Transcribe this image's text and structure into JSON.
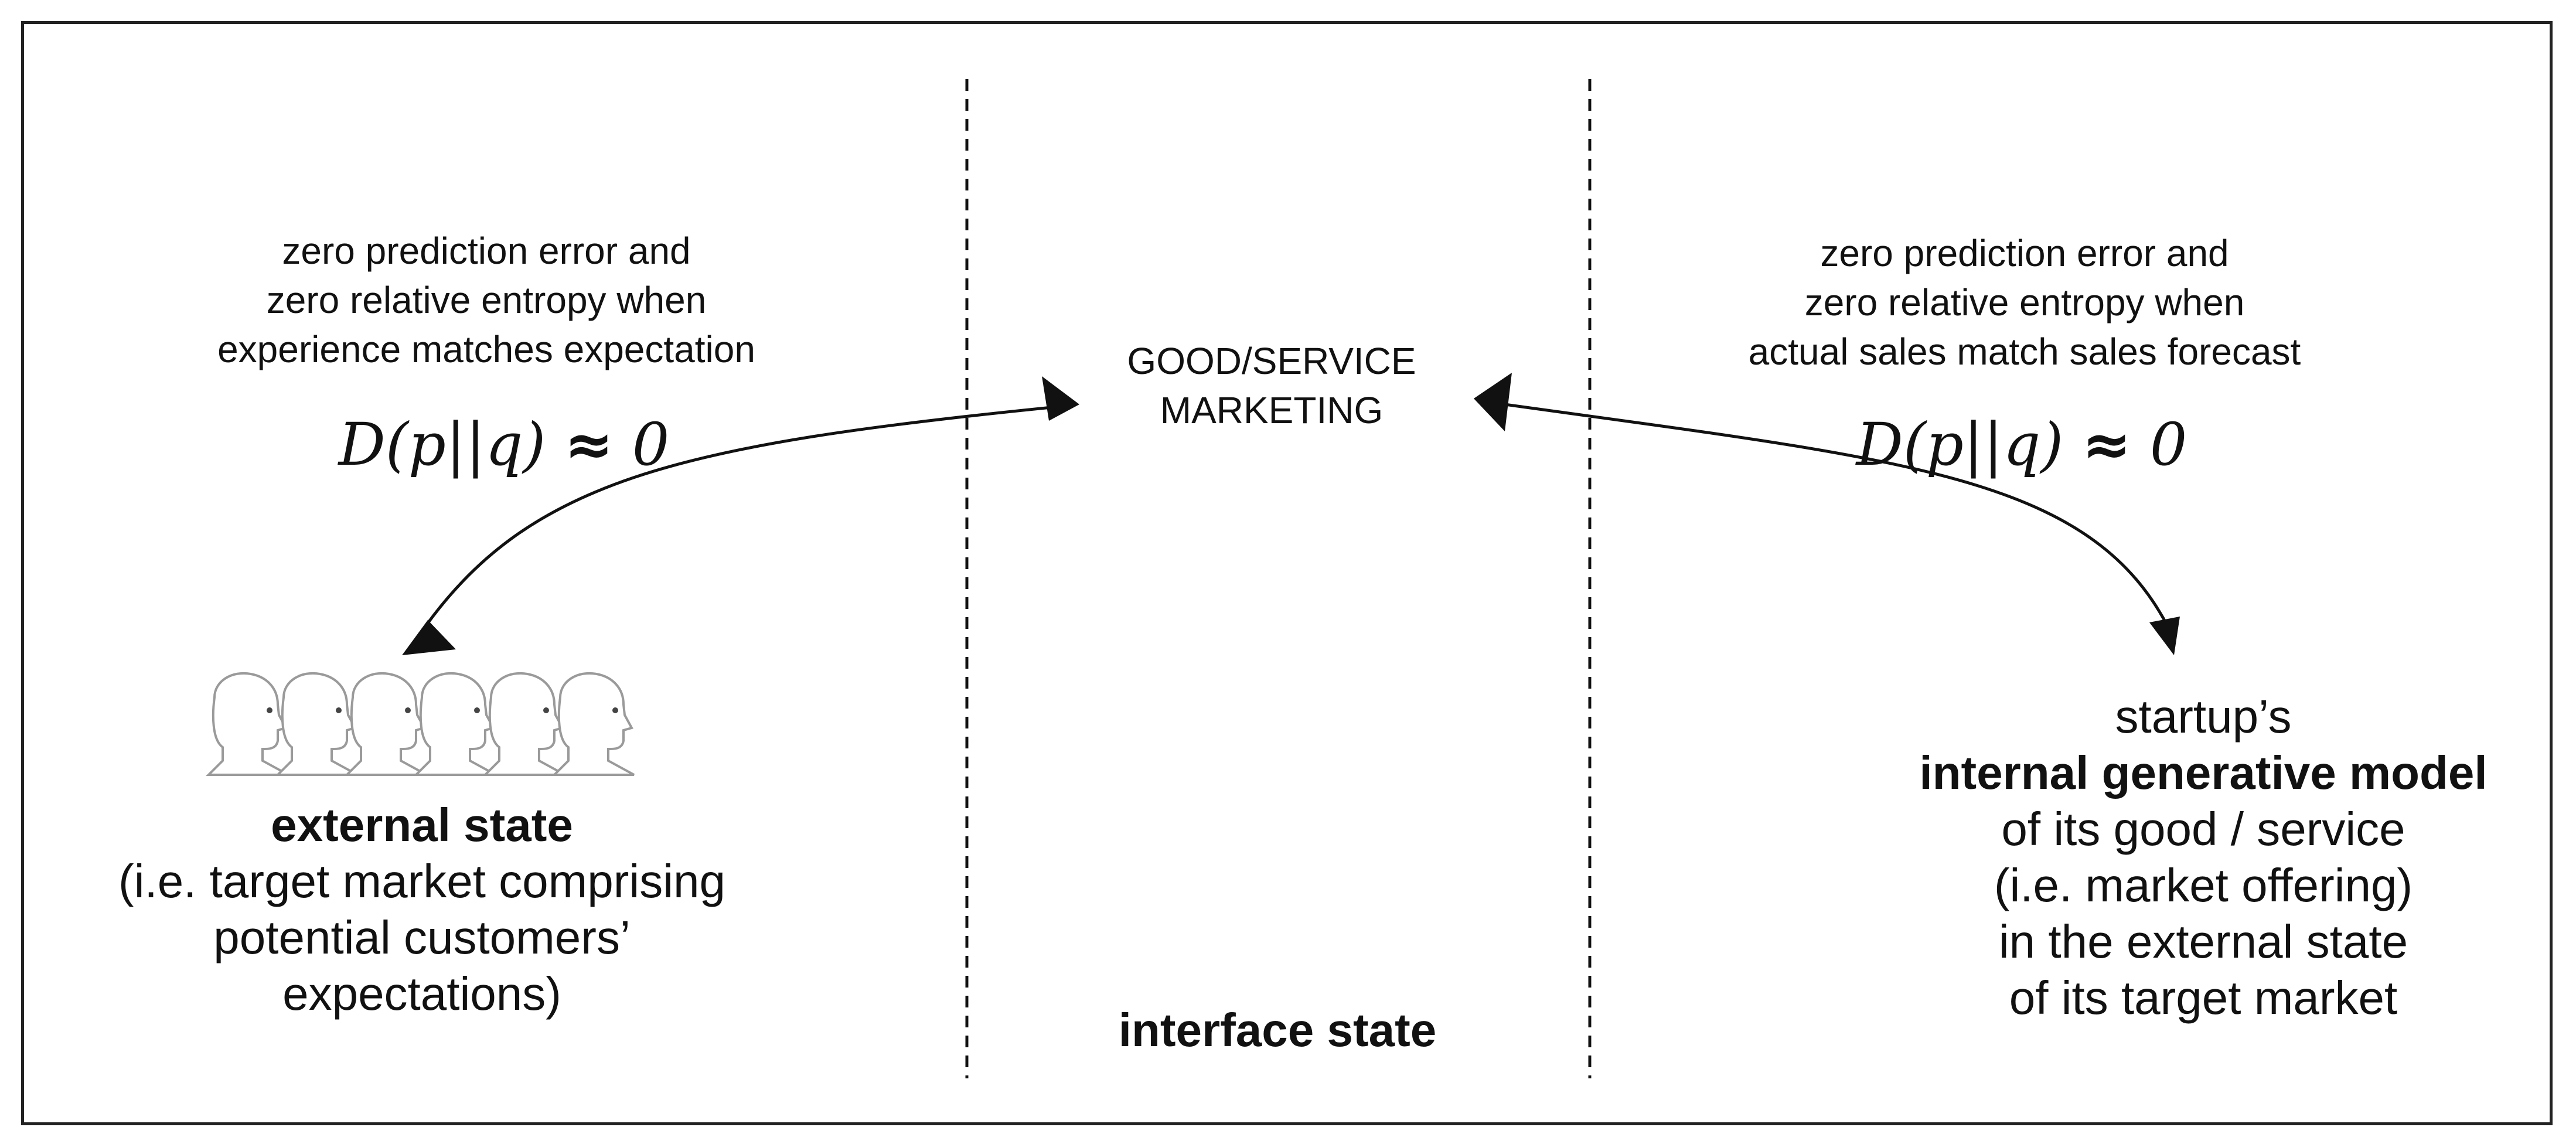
{
  "left_annotation": {
    "lines": [
      "zero prediction error and",
      "zero relative entropy when",
      "experience matches expectation"
    ],
    "formula": {
      "lhs": "D(p||q)",
      "approx": "≈",
      "rhs": "0"
    }
  },
  "right_annotation": {
    "lines": [
      "zero prediction error and",
      "zero relative entropy when",
      "actual sales match sales forecast"
    ],
    "formula": {
      "lhs": "D(p||q)",
      "approx": "≈",
      "rhs": "0"
    }
  },
  "center_node": {
    "lines": [
      "GOOD/SERVICE",
      "MARKETING"
    ]
  },
  "external_state": {
    "title": "external state",
    "lines": [
      "(i.e. target market comprising",
      "potential customers’",
      "expectations)"
    ],
    "icon_count": 6
  },
  "interface_state": {
    "title": "interface state"
  },
  "internal_state": {
    "line1": "startup’s",
    "title": "internal generative model",
    "lines": [
      "of its good / service",
      "(i.e. market offering)",
      "in the external state",
      "of its target market"
    ]
  },
  "colors": {
    "line": "#111111",
    "frame": "#222222",
    "head_outline": "#9a9a9a"
  }
}
